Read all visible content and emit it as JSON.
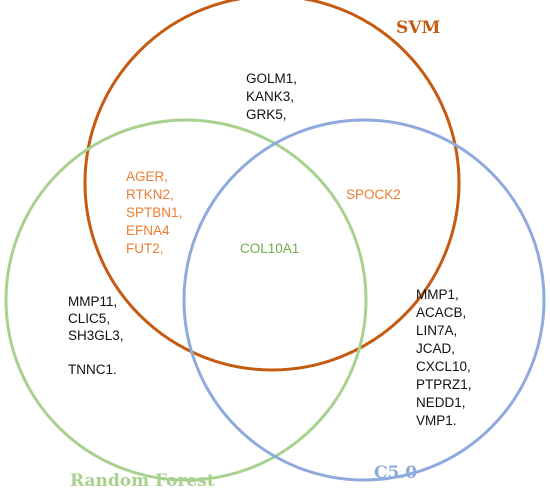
{
  "sets": [
    {
      "id": "svm",
      "label": "SVM",
      "color": "#c55a11"
    },
    {
      "id": "rf",
      "label": "Random Forest",
      "color": "#a9d18e"
    },
    {
      "id": "c50",
      "label": "C5.0",
      "color": "#8faadc"
    }
  ],
  "regions": {
    "svm_only": {
      "color": "#111111",
      "genes": [
        "GOLM1,",
        "KANK3,",
        "GRK5,"
      ]
    },
    "svm_rf": {
      "color": "#ed7d31",
      "genes": [
        "AGER,",
        "RTKN2,",
        "SPTBN1,",
        "EFNA4",
        "FUT2,"
      ]
    },
    "svm_c50": {
      "color": "#ed7d31",
      "genes": [
        "SPOCK2"
      ]
    },
    "all_three": {
      "color": "#70ad47",
      "genes": [
        "COL10A1"
      ]
    },
    "rf_only": {
      "color": "#111111",
      "genes": [
        "MMP11,",
        "CLIC5,",
        "SH3GL3,",
        "",
        "TNNC1."
      ]
    },
    "c50_only": {
      "color": "#111111",
      "genes": [
        "MMP1,",
        "ACACB,",
        "LIN7A,",
        "JCAD,",
        "CXCL10,",
        "PTPRZ1,",
        "NEDD1,",
        "VMP1."
      ]
    }
  }
}
